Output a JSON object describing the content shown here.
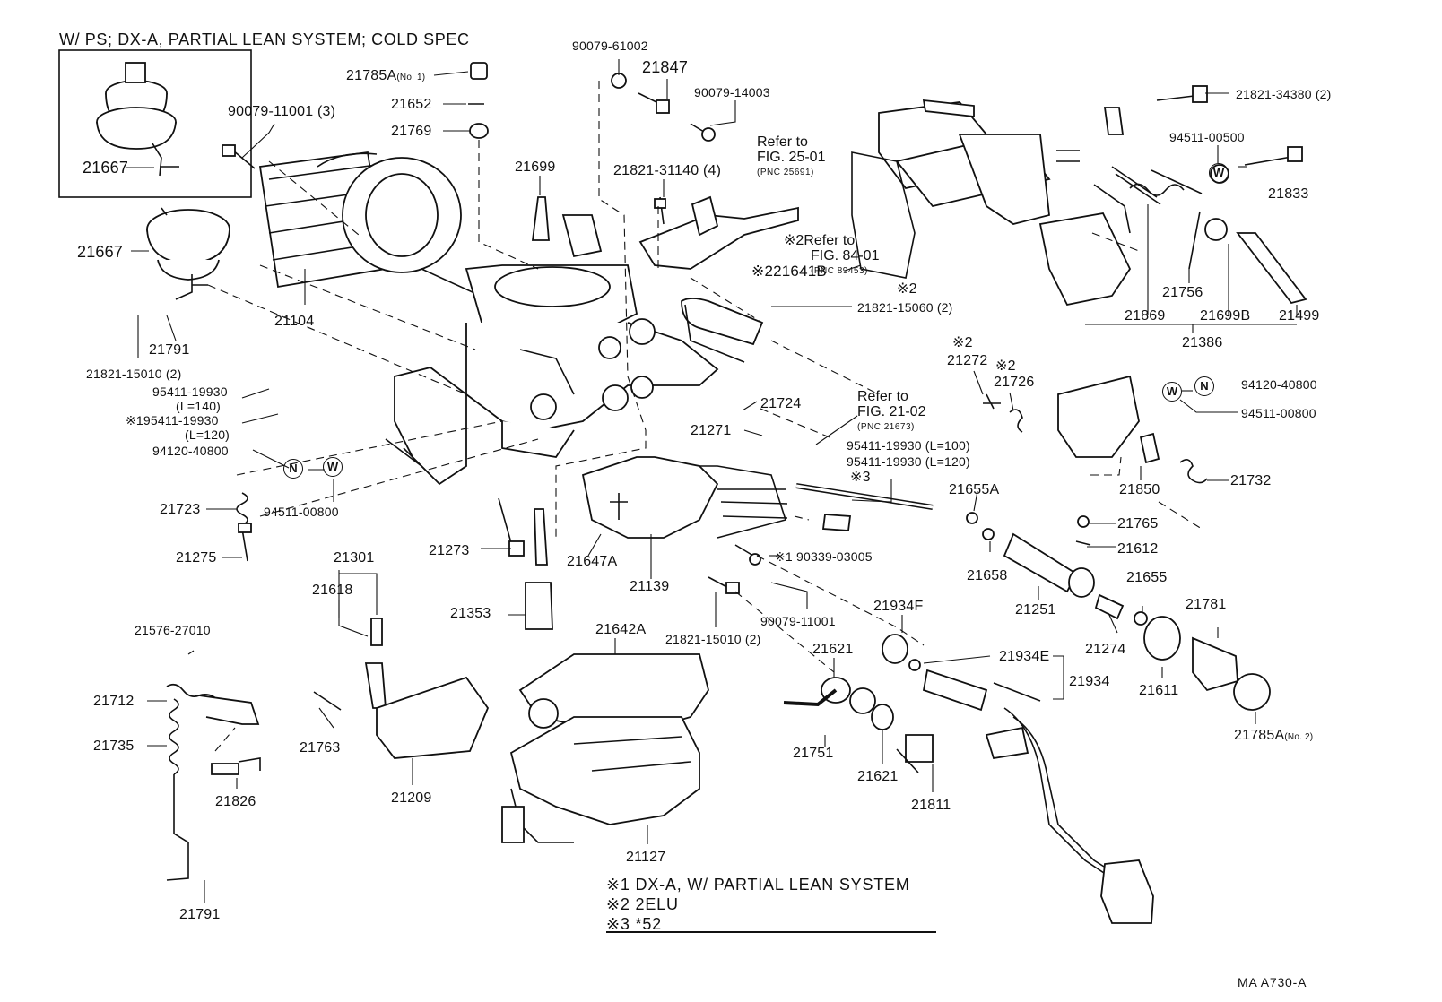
{
  "header": {
    "variant_note": "W/ PS; DX-A, PARTIAL LEAN SYSTEM; COLD SPEC",
    "figure_code": "MA A730-A"
  },
  "notes": [
    {
      "mark": "※1",
      "text": "DX-A, W/ PARTIAL LEAN SYSTEM"
    },
    {
      "mark": "※2",
      "text": "2ELU"
    },
    {
      "mark": "※3",
      "text": "*52"
    }
  ],
  "references": [
    {
      "title": "Refer to",
      "fig": "FIG. 25-01",
      "pnc": "(PNC 25691)"
    },
    {
      "title": "Refer to",
      "fig": "FIG. 84-01",
      "pnc": "(PNC 89453)",
      "mark": "※2"
    },
    {
      "title": "Refer to",
      "fig": "FIG. 21-02",
      "pnc": "(PNC 21673)"
    }
  ],
  "circle_marks": {
    "n": "N",
    "w": "W"
  },
  "parts": {
    "p21667_inset": "21667",
    "p21667": "21667",
    "p90079_11001_3": "90079-11001 (3)",
    "p21785A_1": "21785A",
    "p21785A_1_sub": "(No. 1)",
    "p21652": "21652",
    "p21769": "21769",
    "p90079_61002": "90079-61002",
    "p21847": "21847",
    "p90079_14003": "90079-14003",
    "p21699": "21699",
    "p21821_31140": "21821-31140 (4)",
    "p21821_34380": "21821-34380 (2)",
    "p94511_00500": "94511-00500",
    "p21833": "21833",
    "p21641B": "21641B",
    "p21641B_mark": "※2",
    "p21821_15060": "21821-15060 (2)",
    "p21821_15060_mark": "※2",
    "p21104": "21104",
    "p21791_a": "21791",
    "p21821_15010_a": "21821-15010 (2)",
    "p95411_19930_140": "95411-19930",
    "p95411_19930_140_len": "(L=140)",
    "p95411_19930_120": "95411-19930",
    "p95411_19930_120_mark": "※1",
    "p95411_19930_120_len": "(L=120)",
    "p94120_40800_a": "94120-40800",
    "p94511_00800_a": "94511-00800",
    "p21756": "21756",
    "p21869": "21869",
    "p21699B": "21699B",
    "p21499": "21499",
    "p21386": "21386",
    "p21272": "21272",
    "p21272_mark": "※2",
    "p21726": "21726",
    "p21726_mark": "※2",
    "p94120_40800_b": "94120-40800",
    "p94511_00800_b": "94511-00800",
    "p21724": "21724",
    "p21271": "21271",
    "p95411_19930_100": "95411-19930 (L=100)",
    "p95411_19930_120b": "95411-19930 (L=120)",
    "p95411_mark3": "※3",
    "p21850": "21850",
    "p21732": "21732",
    "p21655A": "21655A",
    "p21765": "21765",
    "p21612": "21612",
    "p21723": "21723",
    "p21275": "21275",
    "p21273": "21273",
    "p21647A": "21647A",
    "p21139": "21139",
    "p90339_03005": "90339-03005",
    "p90339_03005_mark": "※1",
    "p21658": "21658",
    "p21251": "21251",
    "p21655": "21655",
    "p21781": "21781",
    "p21301": "21301",
    "p21618": "21618",
    "p21353": "21353",
    "p90079_11001": "90079-11001",
    "p21821_15010_b": "21821-15010 (2)",
    "p21274": "21274",
    "p21611": "21611",
    "p21576_27010": "21576-27010",
    "p21642A": "21642A",
    "p21934F": "21934F",
    "p21621_a": "21621",
    "p21934E": "21934E",
    "p21934": "21934",
    "p21712": "21712",
    "p21785A_2": "21785A",
    "p21785A_2_sub": "(No. 2)",
    "p21735": "21735",
    "p21763": "21763",
    "p21751": "21751",
    "p21621_b": "21621",
    "p21826": "21826",
    "p21209": "21209",
    "p21811": "21811",
    "p21127": "21127",
    "p21791_b": "21791"
  }
}
